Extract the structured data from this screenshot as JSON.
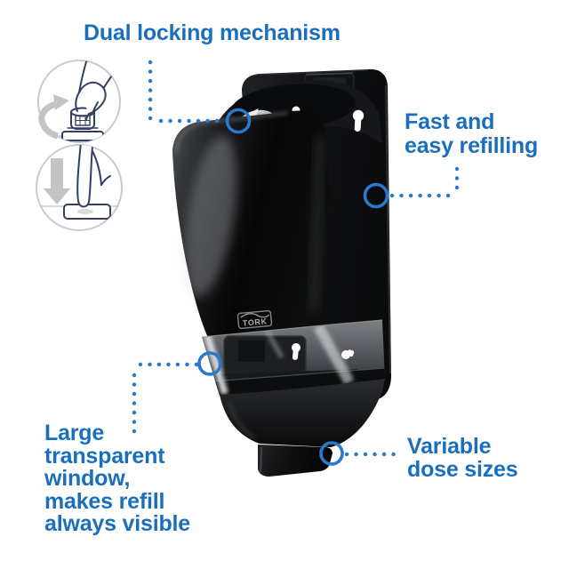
{
  "colors": {
    "background": "#ffffff",
    "label_text_blue": "#1a6fbd",
    "callout_accent_blue": "#2b79cc",
    "pictogram_line_navy": "#323f63",
    "pictogram_arrow_gray": "#c2c4c6",
    "dispenser_black": "#0b0c0d"
  },
  "callouts": {
    "dual_locking": {
      "label": "Dual locking mechanism"
    },
    "fast_refilling": {
      "label": "Fast and\neasy refilling"
    },
    "transparent_window": {
      "label": "Large\ntransparent\nwindow,\nmakes refill\nalways visible"
    },
    "variable_dose": {
      "label": "Variable\ndose sizes"
    }
  },
  "pictograms": [
    {
      "name": "twist-cap-icon"
    },
    {
      "name": "press-button-icon"
    }
  ],
  "product": {
    "logo_text": "TORK"
  }
}
